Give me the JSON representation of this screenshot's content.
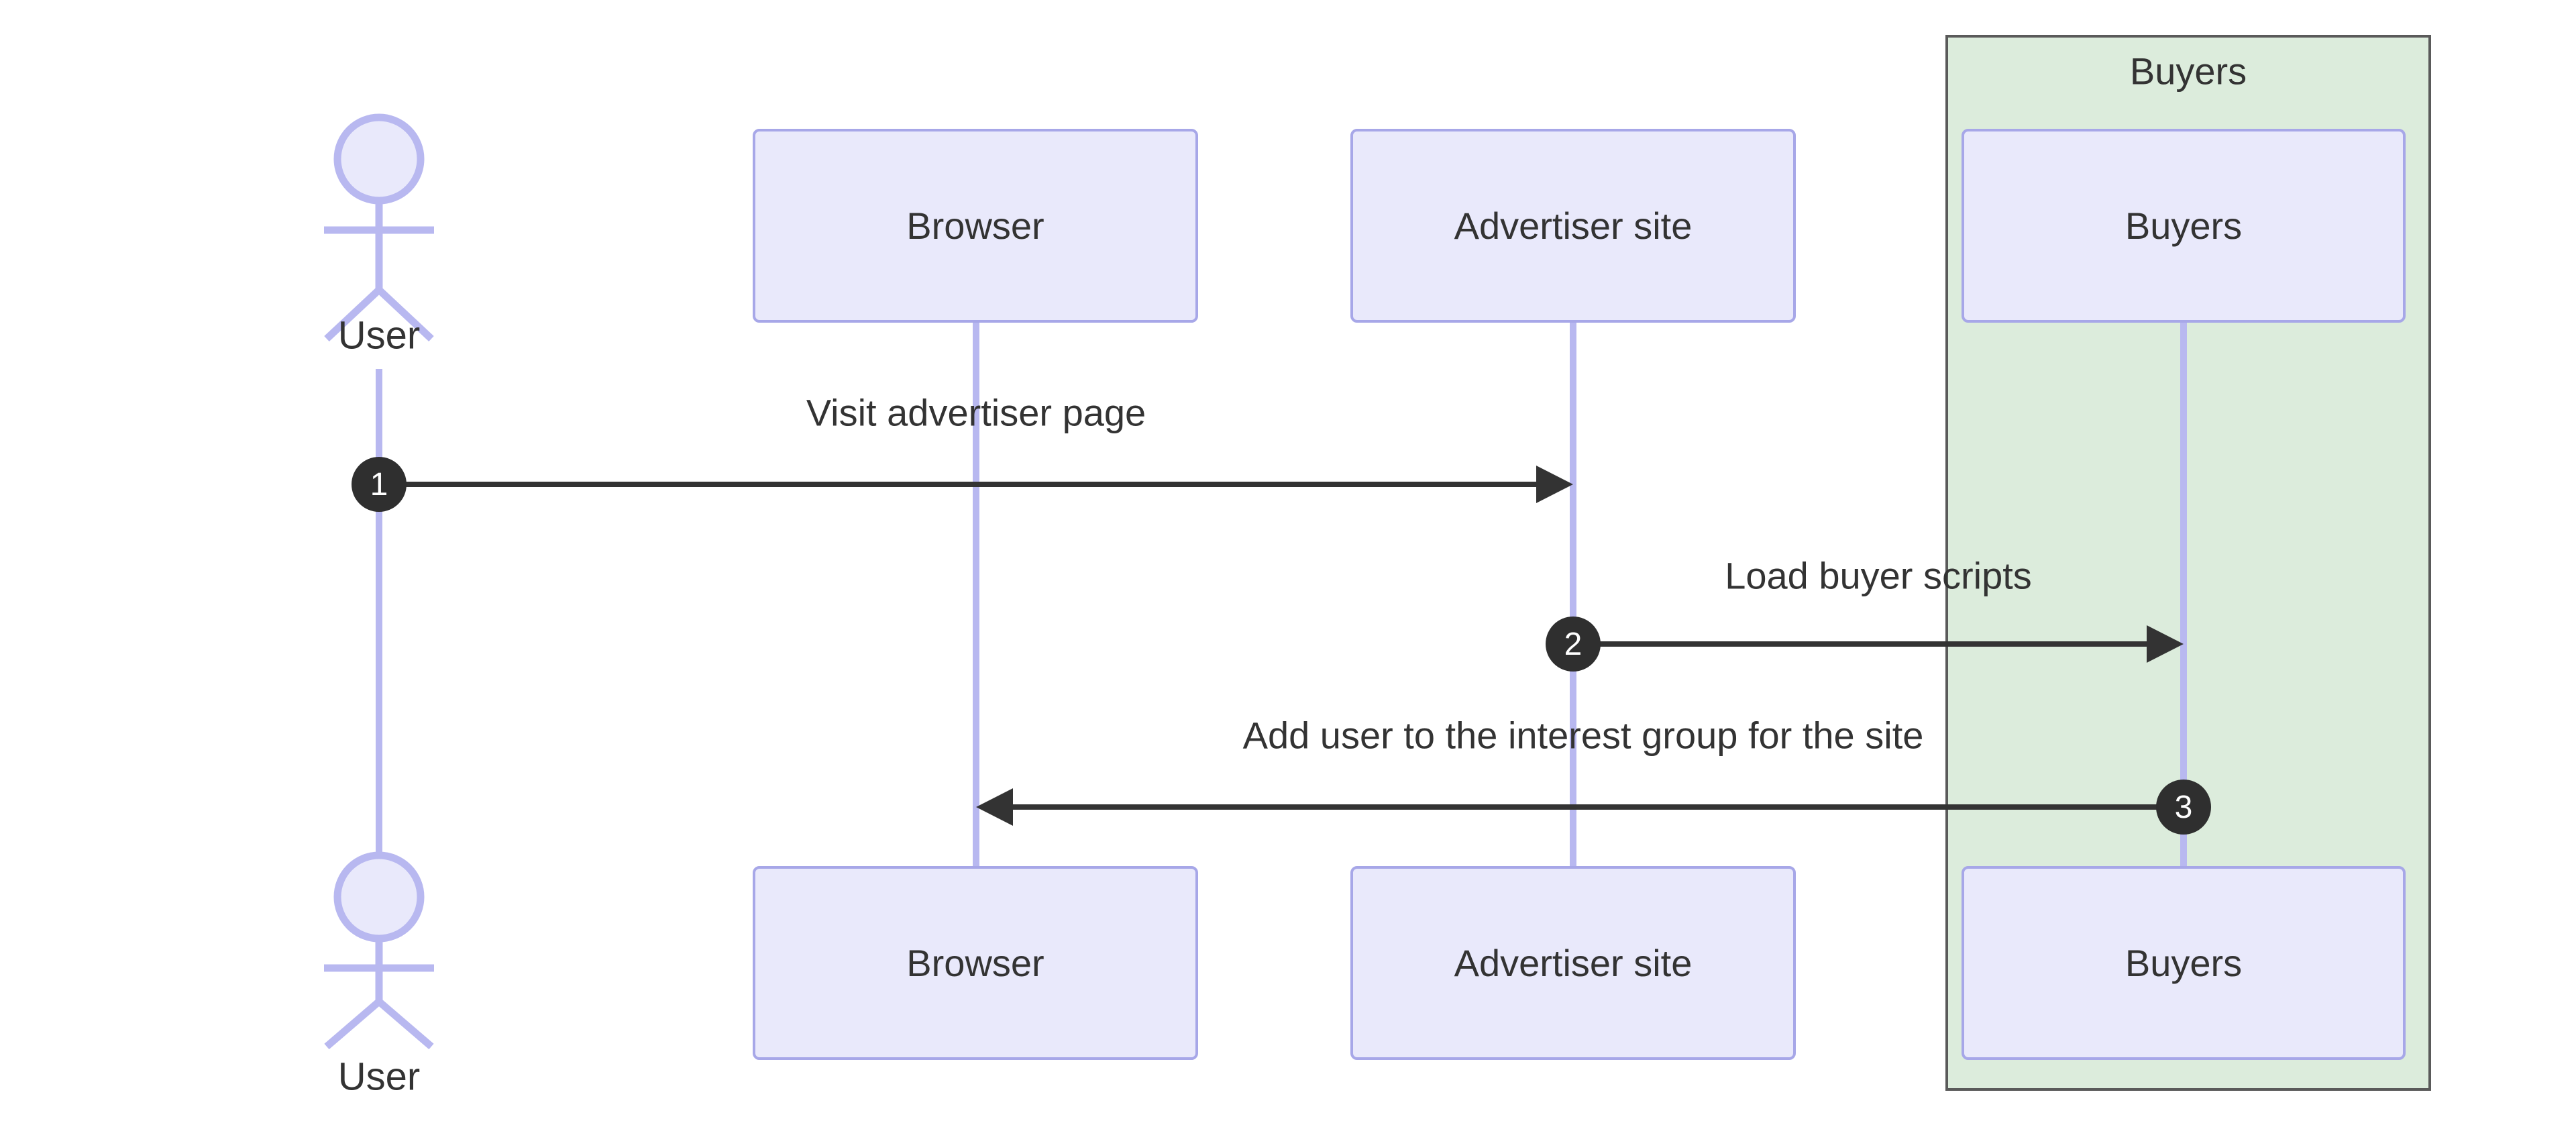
{
  "diagram_type": "sequence-diagram",
  "actor": {
    "label": "User"
  },
  "participants": [
    {
      "id": "browser",
      "label": "Browser"
    },
    {
      "id": "advertiser-site",
      "label": "Advertiser site"
    },
    {
      "id": "buyers",
      "label": "Buyers"
    }
  ],
  "group": {
    "label": "Buyers"
  },
  "messages": [
    {
      "num": "1",
      "label": "Visit advertiser page",
      "from": "User",
      "to": "Advertiser site"
    },
    {
      "num": "2",
      "label": "Load buyer scripts",
      "from": "Advertiser site",
      "to": "Buyers"
    },
    {
      "num": "3",
      "label": "Add user to the interest group for the site",
      "from": "Buyers",
      "to": "Browser"
    }
  ],
  "colors": {
    "background": "#ffffff",
    "participant_fill": "#e9e9fb",
    "participant_border": "#a7a7e8",
    "lifeline": "#b8b8f0",
    "actor_stroke": "#b8b8f0",
    "group_fill": "#dcecdc",
    "group_border": "#5a5a5a",
    "arrow": "#333333",
    "badge_fill": "#2f2f2f",
    "badge_text": "#ffffff",
    "text": "#333333"
  }
}
